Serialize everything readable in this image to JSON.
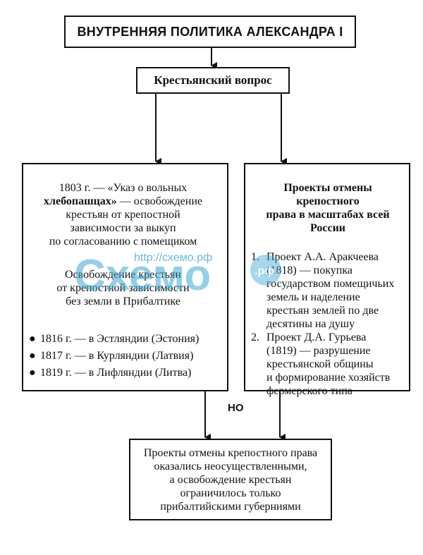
{
  "title": "ВНУТРЕННЯЯ ПОЛИТИКА АЛЕКСАНДРА I",
  "issue": "Крестьянский вопрос",
  "left": {
    "decree_line1": "1803 г. — «Указ о вольных",
    "decree_line2": "хлебопашцах»",
    "decree_rest_1": " — освобождение",
    "decree_line3": "крестьян от крепостной",
    "decree_line4": "зависимости за выкуп",
    "decree_line5": "по согласованию с помещиком",
    "baltic_line1": "Освобождение крестьян",
    "baltic_line2": "от крепостной зависимости",
    "baltic_line3": "без земли в Прибалтике",
    "bullets": [
      "1816 г. — в Эстляндии (Эстония)",
      "1817 г. — в Курляндии (Латвия)",
      "1819 г. — в Лифляндии (Литва)"
    ]
  },
  "right": {
    "title_line1": "Проекты отмены крепостного",
    "title_line2": "права в масштабах всей",
    "title_line3": "России",
    "projects": [
      {
        "num": "1.",
        "lines": [
          "Проект А.А. Аракчеева",
          "(1818) — покупка",
          "государством помещичьих",
          "земель и наделение",
          "крестьян землей по две",
          "десятины на душу"
        ]
      },
      {
        "num": "2.",
        "lines": [
          "Проект Д.А. Гурьева",
          "(1819) — разрушение",
          "крестьянской общины",
          "и формирование хозяйств",
          "фермерского типа"
        ]
      }
    ]
  },
  "connector_label": "НО",
  "result": {
    "lines": [
      "Проекты отмены крепостного права",
      "оказались неосуществленными,",
      "а освобождение крестьян",
      "ограничилось только",
      "прибалтийскими губерниями"
    ]
  },
  "watermark": {
    "url": "http://схемо.рф",
    "logo": "Схемо",
    "logo_sub": ".рф",
    "color": "#3aa7d6"
  }
}
